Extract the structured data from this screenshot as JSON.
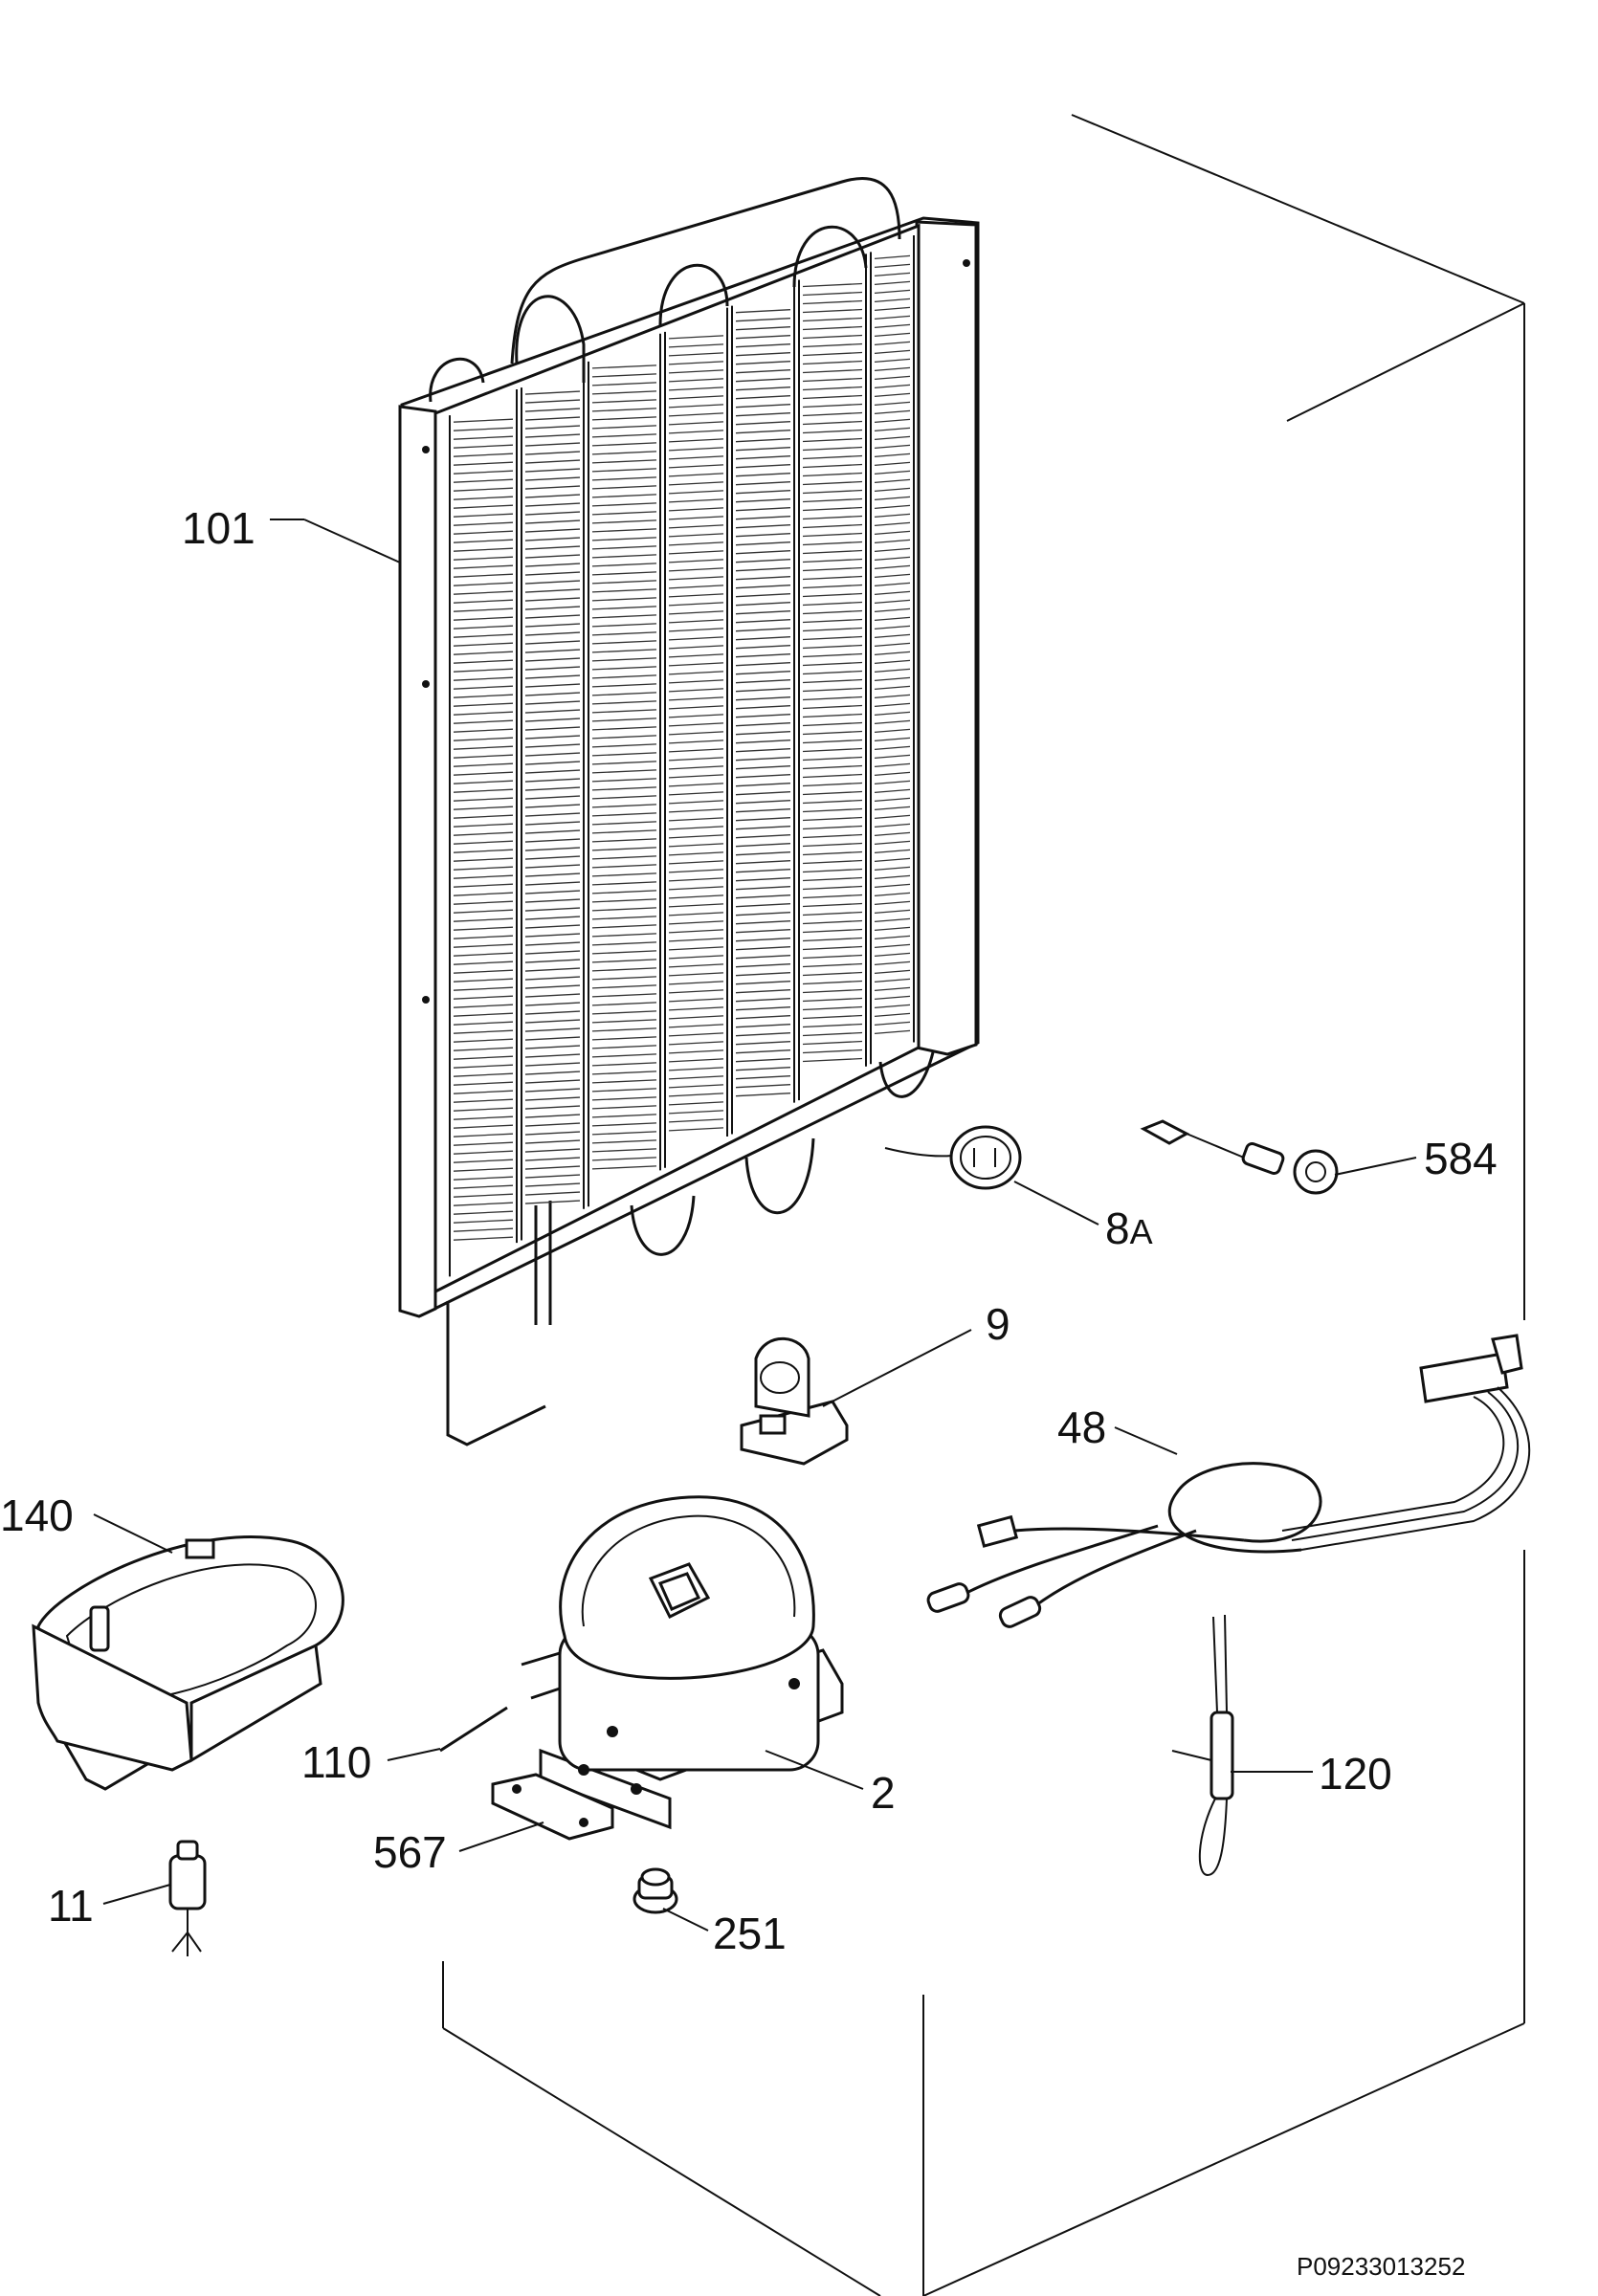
{
  "parts": [
    {
      "id": "101",
      "name": "condenser"
    },
    {
      "id": "8",
      "suffix": "A",
      "name": "thermal-protector"
    },
    {
      "id": "584",
      "name": "earth-cable"
    },
    {
      "id": "9",
      "name": "relay-clip"
    },
    {
      "id": "48",
      "name": "wiring-harness"
    },
    {
      "id": "140",
      "name": "drip-tray"
    },
    {
      "id": "2",
      "name": "compressor"
    },
    {
      "id": "110",
      "name": "tube-stub"
    },
    {
      "id": "567",
      "name": "mounting-plate"
    },
    {
      "id": "11",
      "name": "filter-drier"
    },
    {
      "id": "251",
      "name": "grommet"
    },
    {
      "id": "120",
      "name": "capillary-assembly"
    }
  ],
  "reference_code": "P09233013252"
}
